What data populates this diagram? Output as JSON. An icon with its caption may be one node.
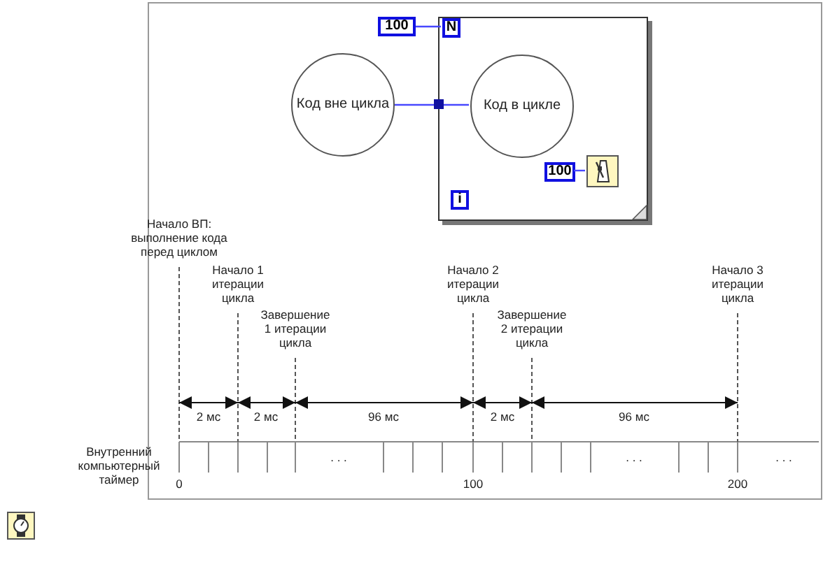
{
  "diagram": {
    "nodes": [
      {
        "text": [],
        "shape": "box"
      },
      {
        "text": [
          "100"
        ]
      },
      {
        "text": [
          "N"
        ],
        "in": 0
      },
      {
        "text": [
          "Код вне цикла"
        ]
      },
      {
        "text": [
          "Код в цикле"
        ],
        "in": 0
      },
      {
        "text": [
          "100"
        ],
        "in": 0
      },
      {
        "text": [],
        "shape": "picture",
        "in": 0
      },
      {
        "text": [
          "i"
        ],
        "in": 0
      }
    ],
    "edges": [
      {
        "from": 1,
        "to": 2,
        "arrow": "none"
      },
      {
        "from": 3,
        "to": 4,
        "arrow": "none"
      },
      {
        "from": 5,
        "to": 6,
        "arrow": "none"
      }
    ],
    "labels": [
      "Начало ВП: выполнение кода перед циклом",
      "Начало 1 итерации цикла",
      "Начало 2 итерации цикла",
      "Начало 3 итерации цикла",
      "Завершение 1 итерации цикла",
      "Завершение 2 итерации цикла",
      "2 мс",
      "2 мс",
      "96 мс",
      "2 мс",
      "96 мс",
      "Внутренний компьютерный таймер",
      ". . .",
      ". . .",
      ". . .",
      "0",
      "100",
      "200"
    ]
  }
}
